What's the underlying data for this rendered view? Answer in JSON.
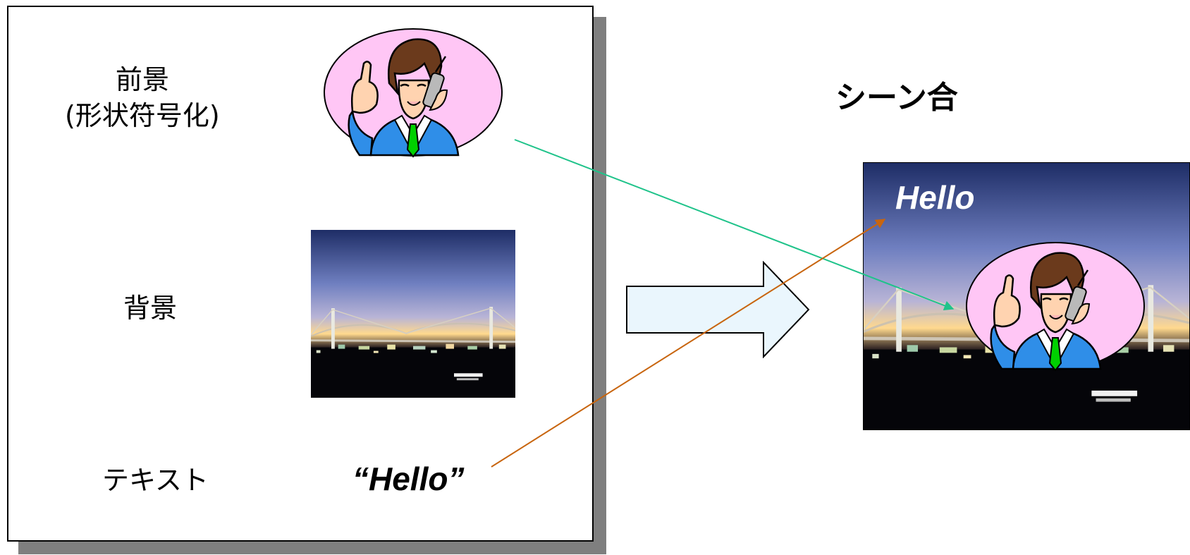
{
  "panel": {
    "foreground_label_line1": "前景",
    "foreground_label_line2": "(形状符号化)",
    "background_label": "背景",
    "text_label": "テキスト",
    "text_sample": "“Hello”"
  },
  "scene": {
    "title": "シーン合",
    "hello": "Hello"
  },
  "icons": {
    "foreground_object": "businessman-on-phone-icon",
    "background_object": "night-bridge-photo",
    "composite_arrow": "right-arrow-icon"
  },
  "colors": {
    "oval_fill": "#ffc6f5",
    "suit": "#2f8ee8",
    "tie": "#00d000",
    "hair": "#6b3a1c",
    "skin": "#ffd3b0",
    "green_connector": "#1fc38a",
    "orange_connector": "#c8650f",
    "arrow_fill": "#eaf6fd"
  }
}
